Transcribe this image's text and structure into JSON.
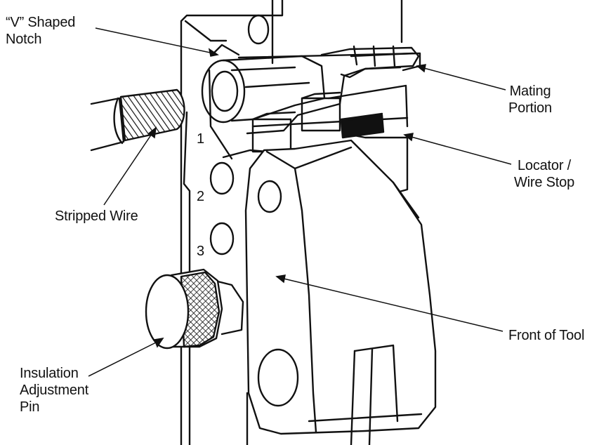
{
  "labels": {
    "v_notch": [
      "“V” Shaped",
      "Notch"
    ],
    "mating": [
      "Mating",
      "Portion"
    ],
    "locator": [
      "Locator /",
      "Wire Stop"
    ],
    "stripped_wire": "Stripped Wire",
    "front_tool": "Front of Tool",
    "insulation": [
      "Insulation",
      "Adjustment",
      "Pin"
    ]
  },
  "position_numbers": [
    "1",
    "2",
    "3"
  ],
  "colors": {
    "ink": "#111111",
    "paper": "#ffffff"
  }
}
